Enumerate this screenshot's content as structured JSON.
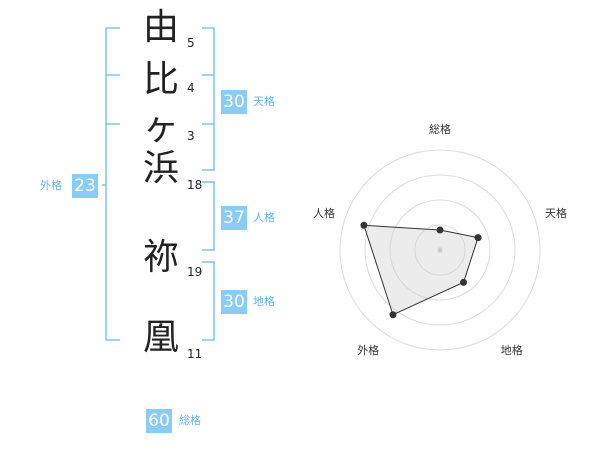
{
  "name": {
    "characters": [
      {
        "char": "由",
        "strokes": "5"
      },
      {
        "char": "比",
        "strokes": "4"
      },
      {
        "char": "ヶ",
        "strokes": "3"
      },
      {
        "char": "浜",
        "strokes": "18"
      },
      {
        "char": "祢",
        "strokes": "19"
      },
      {
        "char": "凰",
        "strokes": "11"
      }
    ]
  },
  "fortunes": {
    "tenkaku": {
      "label": "天格",
      "value": "30"
    },
    "jinkaku": {
      "label": "人格",
      "value": "37"
    },
    "chikaku": {
      "label": "地格",
      "value": "30"
    },
    "gaikaku": {
      "label": "外格",
      "value": "23"
    },
    "soukaku": {
      "label": "総格",
      "value": "60"
    }
  },
  "colors": {
    "accent": "#89cdf7",
    "bracket": "#7fc4ef",
    "label_text": "#63b7ea"
  },
  "chart_data": {
    "type": "radar",
    "axes": [
      "総格",
      "天格",
      "地格",
      "外格",
      "人格"
    ],
    "values": [
      1,
      2,
      2,
      4,
      4
    ],
    "range": [
      0,
      5
    ],
    "rings": 4
  }
}
